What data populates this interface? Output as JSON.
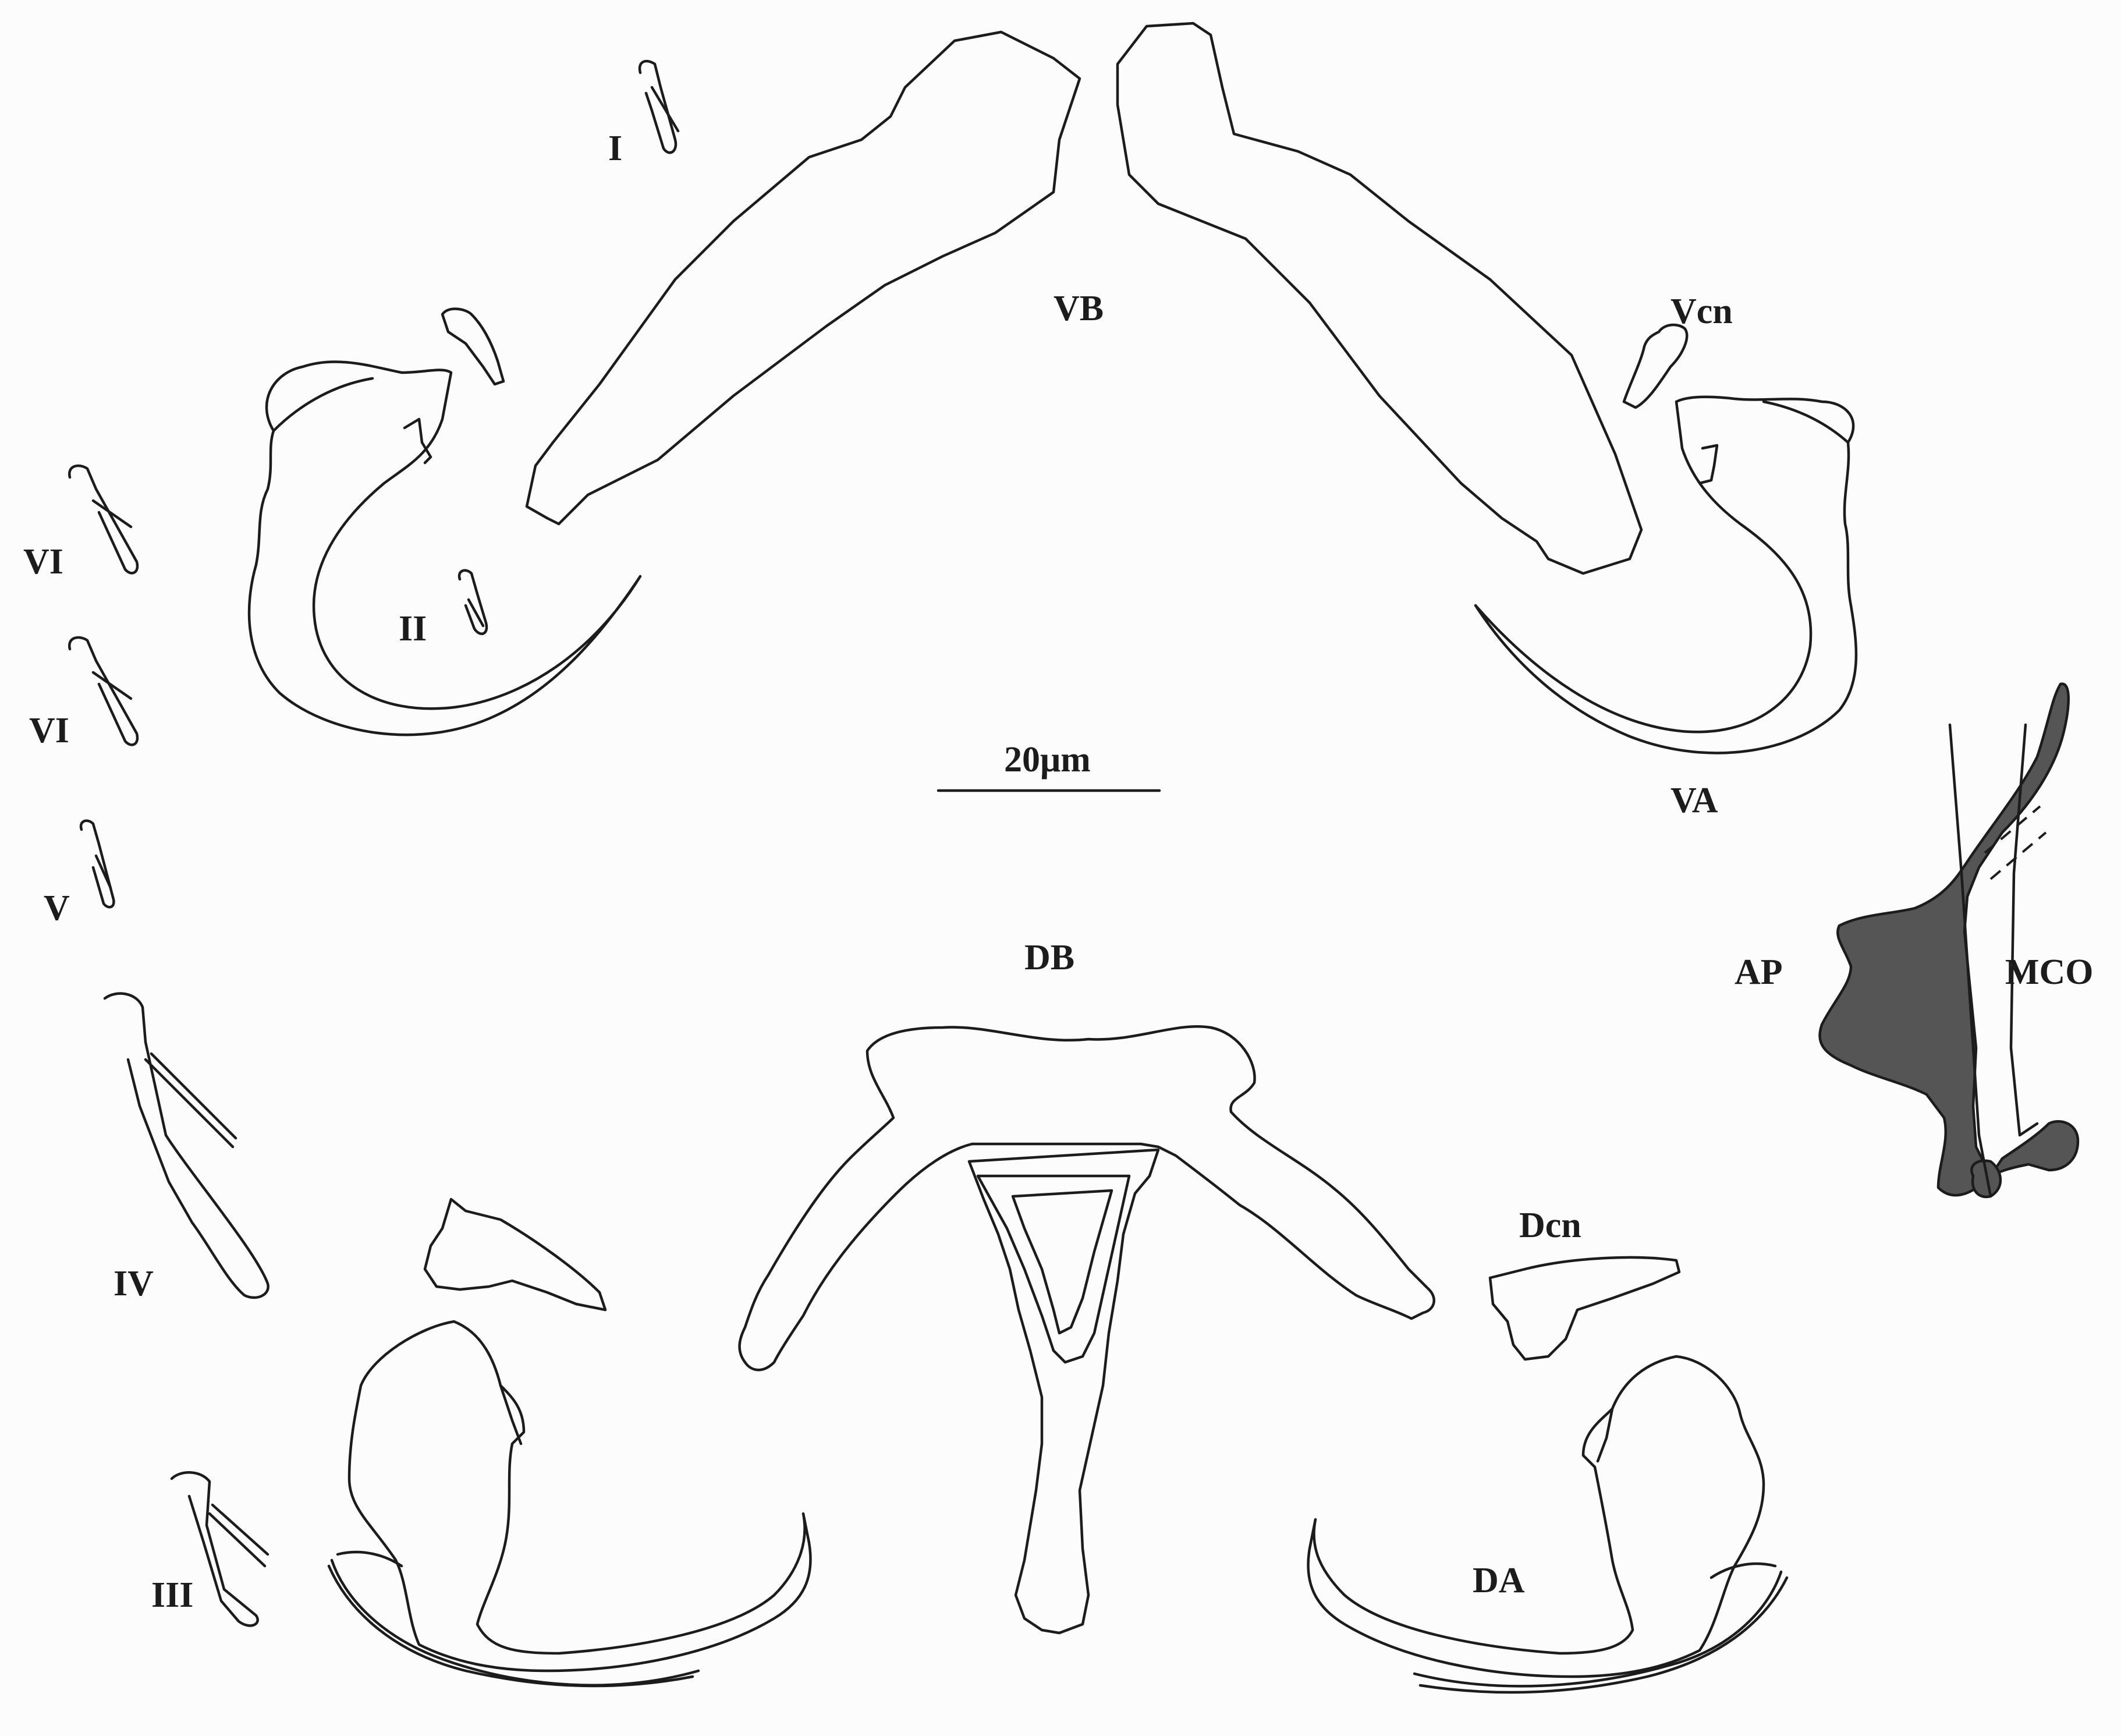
{
  "labels": {
    "hook_I": "I",
    "hook_II": "II",
    "hook_III": "III",
    "hook_IV": "IV",
    "hook_V": "V",
    "hook_VI_upper": "VI",
    "hook_VI_lower": "VI",
    "ventral_bar": "VB",
    "ventral_connective": "Vcn",
    "ventral_anchor": "VA",
    "dorsal_bar": "DB",
    "dorsal_connective": "Dcn",
    "dorsal_anchor": "DA",
    "accessory_piece": "AP",
    "male_copulatory_organ": "MCO",
    "scale_bar": "20μm"
  },
  "colors": {
    "line": "#1c1c1c",
    "fill_dark": "#555555",
    "background": "#fcfcfc"
  }
}
